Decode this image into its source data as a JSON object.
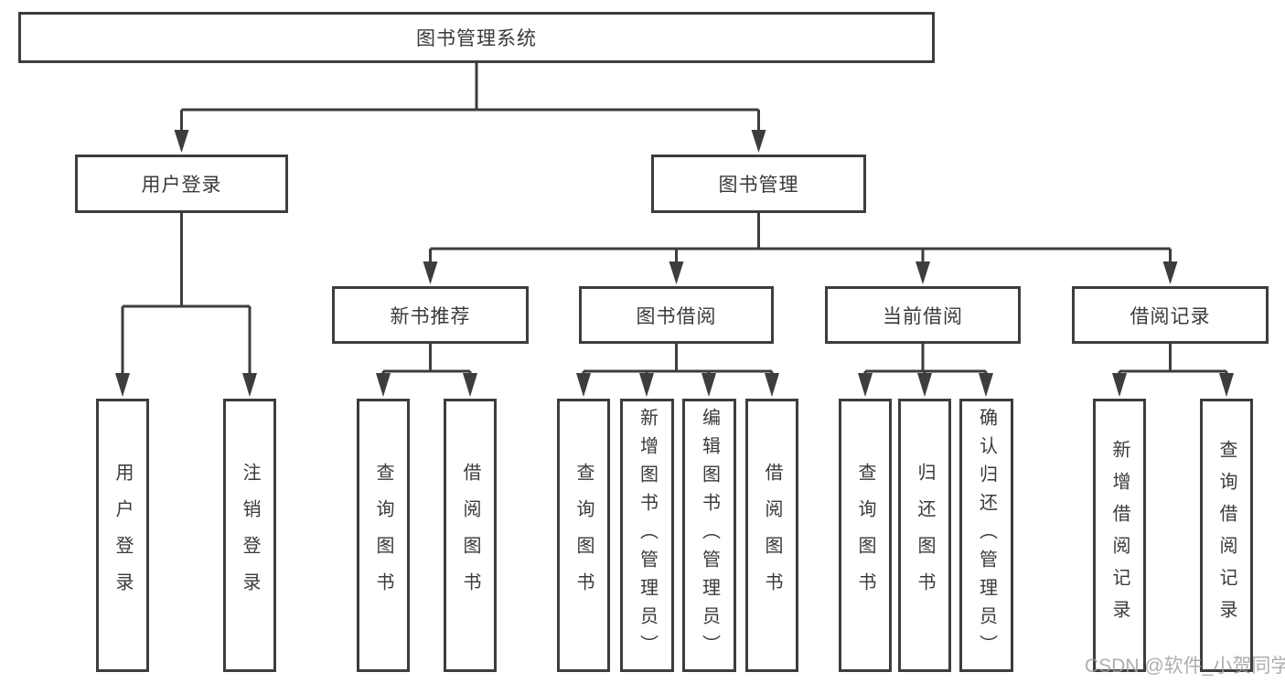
{
  "diagram": {
    "title_node_note": "hierarchical function structure chart of a library management system",
    "root": {
      "label": "图书管理系统"
    },
    "branches": [
      {
        "label": "用户登录",
        "children": [
          {
            "label": "用户登录"
          },
          {
            "label": "注销登录"
          }
        ]
      },
      {
        "label": "图书管理",
        "groups": [
          {
            "label": "新书推荐",
            "children": [
              {
                "label": "查询图书"
              },
              {
                "label": "借阅图书"
              }
            ]
          },
          {
            "label": "图书借阅",
            "children": [
              {
                "label": "查询图书"
              },
              {
                "label": "新增图书（管理员）"
              },
              {
                "label": "编辑图书（管理员）"
              },
              {
                "label": "借阅图书"
              }
            ]
          },
          {
            "label": "当前借阅",
            "children": [
              {
                "label": "查询图书"
              },
              {
                "label": "归还图书"
              },
              {
                "label": "确认归还（管理员）"
              }
            ]
          },
          {
            "label": "借阅记录",
            "children": [
              {
                "label": "新增借阅记录"
              },
              {
                "label": "查询借阅记录"
              }
            ]
          }
        ]
      }
    ]
  },
  "watermark": {
    "text": "CSDN @软件_小贺同学"
  },
  "colors": {
    "line": "#3d3d3d",
    "text": "#3a3a3a",
    "box_background": "#ffffff",
    "page_background": "#ffffff",
    "watermark": "#a0a0a0"
  }
}
